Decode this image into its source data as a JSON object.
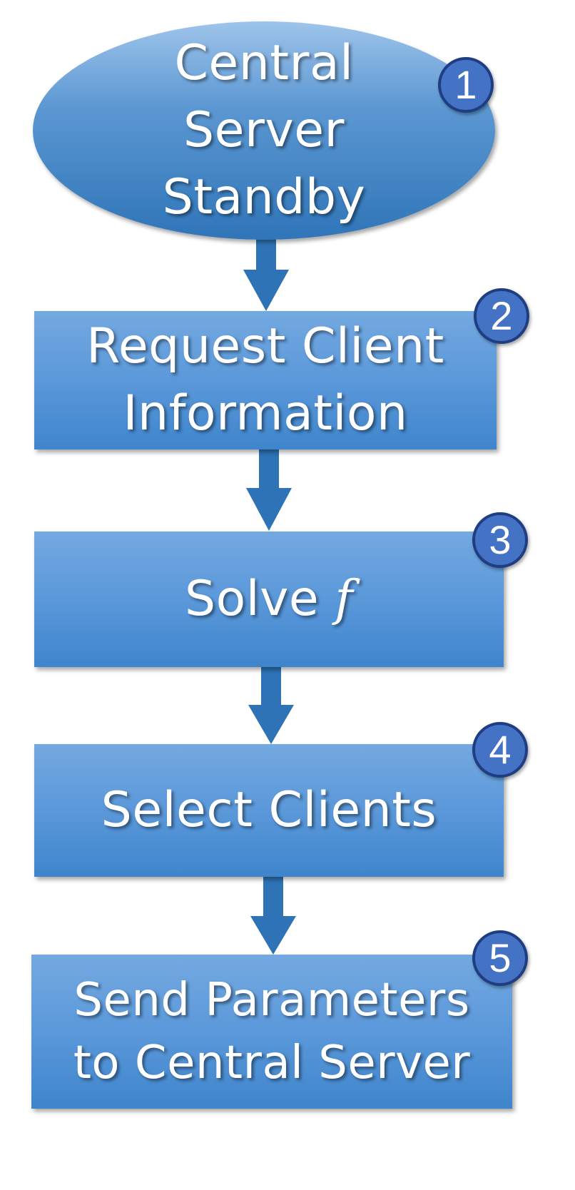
{
  "diagram": {
    "steps": [
      {
        "number": "1",
        "lines": [
          "Central",
          "Server",
          "Standby"
        ]
      },
      {
        "number": "2",
        "lines": [
          "Request Client",
          "Information"
        ]
      },
      {
        "number": "3",
        "lines": [
          "Solve"
        ],
        "symbol": "f"
      },
      {
        "number": "4",
        "lines": [
          "Select Clients"
        ]
      },
      {
        "number": "5",
        "lines": [
          "Send Parameters",
          "to Central Server"
        ]
      }
    ],
    "colors": {
      "arrow": "#2e73b6",
      "badge_fill": "#4472c4",
      "badge_border": "#1f3e82",
      "box_fill": "#5b9bd5",
      "text": "#ffffff"
    }
  }
}
